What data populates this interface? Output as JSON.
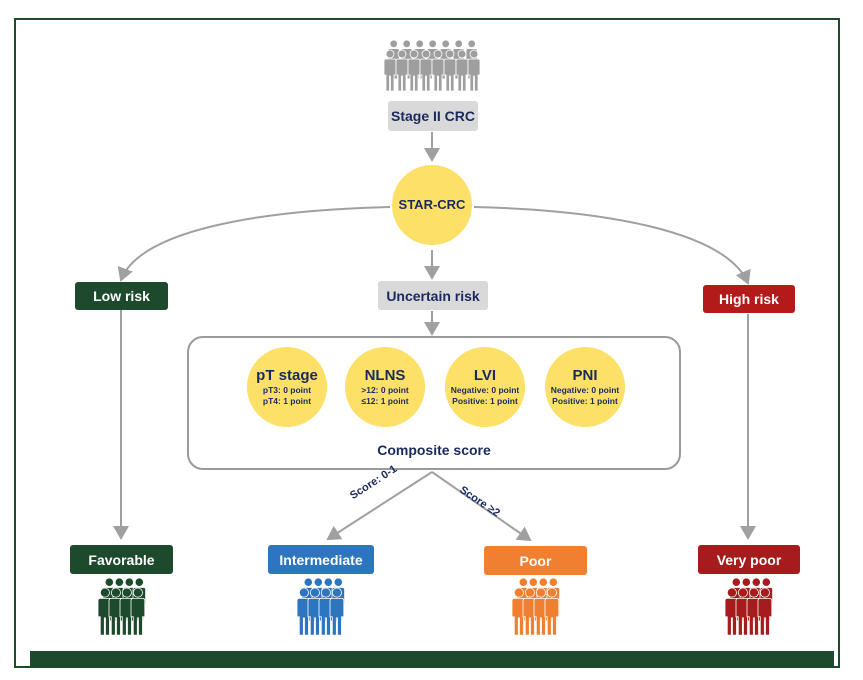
{
  "top_group": {
    "icon": "people-group-icon",
    "color": "#9e9e9e",
    "label": "Stage II CRC"
  },
  "classifier": {
    "label": "STAR-CRC"
  },
  "risk": {
    "low": {
      "label": "Low risk",
      "color": "#1d4a2c"
    },
    "uncertain": {
      "label": "Uncertain risk",
      "color": "#d9d9d9"
    },
    "high": {
      "label": "High risk",
      "color": "#b31b1b"
    }
  },
  "criteria": [
    {
      "title": "pT stage",
      "line1": "pT3: 0 point",
      "line2": "pT4: 1 point"
    },
    {
      "title": "NLNS",
      "line1": ">12: 0 point",
      "line2": "≤12: 1 point"
    },
    {
      "title": "LVI",
      "line1": "Negative: 0 point",
      "line2": "Positive: 1 point"
    },
    {
      "title": "PNI",
      "line1": "Negative: 0 point",
      "line2": "Positive: 1 point"
    }
  ],
  "composite_label": "Composite  score",
  "edge_labels": {
    "left": "Score: 0-1",
    "right": "Score ≥2"
  },
  "outcomes": [
    {
      "label": "Favorable",
      "color": "#1d4a2c",
      "icon": "people-group-icon"
    },
    {
      "label": "Intermediate",
      "color": "#2e75c0",
      "icon": "people-group-icon"
    },
    {
      "label": "Poor",
      "color": "#f08030",
      "icon": "people-group-icon"
    },
    {
      "label": "Very poor",
      "color": "#a61c1c",
      "icon": "people-group-icon"
    }
  ]
}
